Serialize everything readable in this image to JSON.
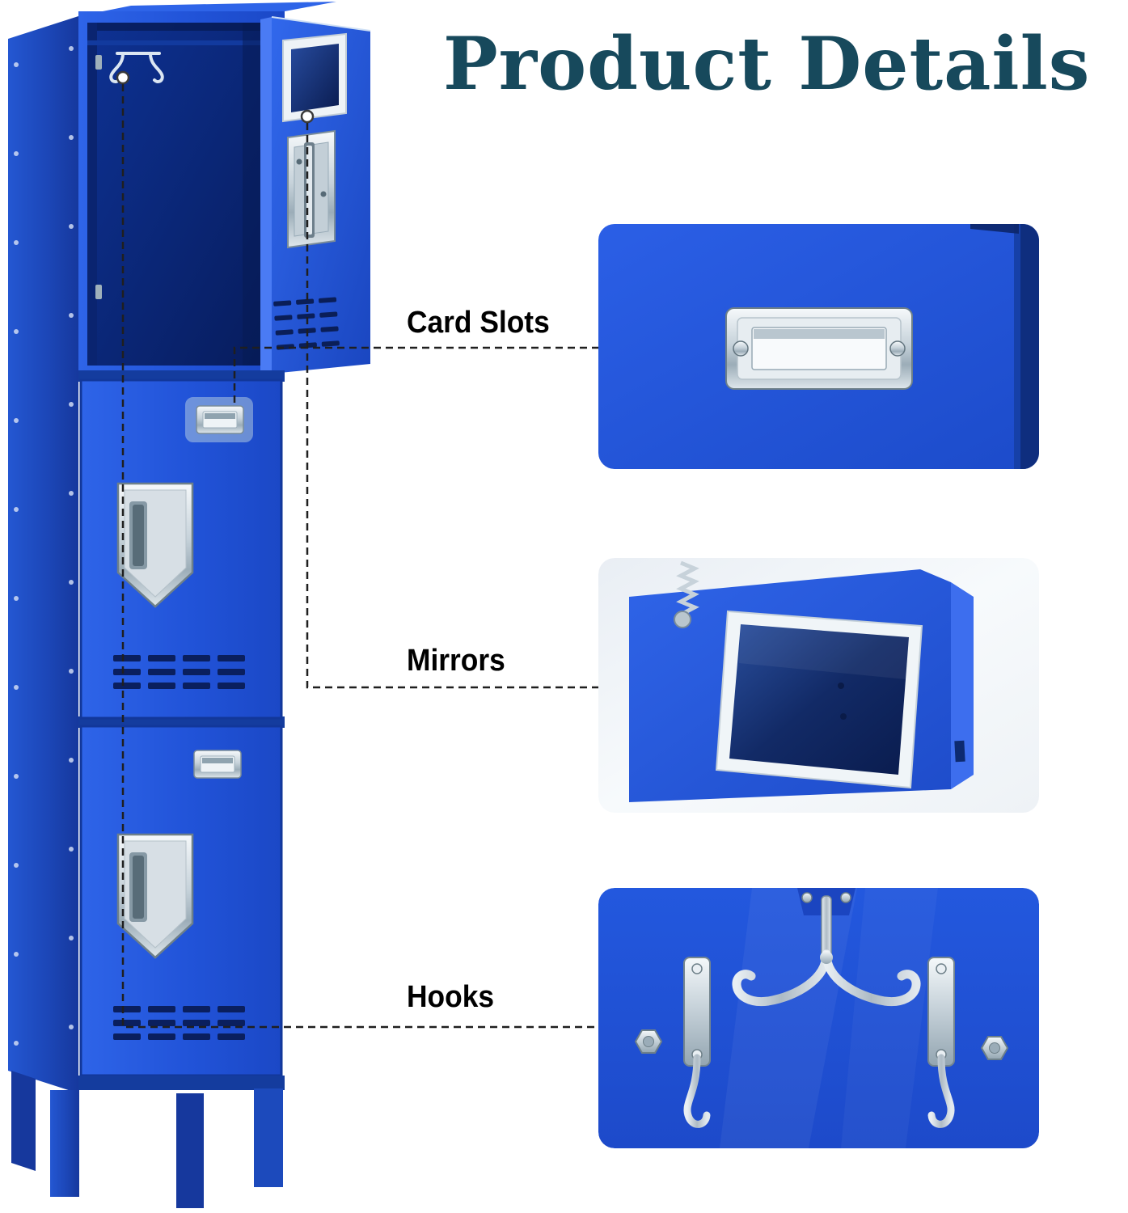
{
  "title": "Product Details",
  "callouts": {
    "card_slots": "Card Slots",
    "mirrors": "Mirrors",
    "hooks": "Hooks"
  },
  "colors": {
    "title_text": "#17495C",
    "callout_text": "#000000",
    "locker_blue": "#2153D8",
    "locker_dark_blue": "#12379A",
    "interior_blue": "#0A2878",
    "chrome_silver": "#C6D2DA",
    "background": "#FFFFFF"
  }
}
